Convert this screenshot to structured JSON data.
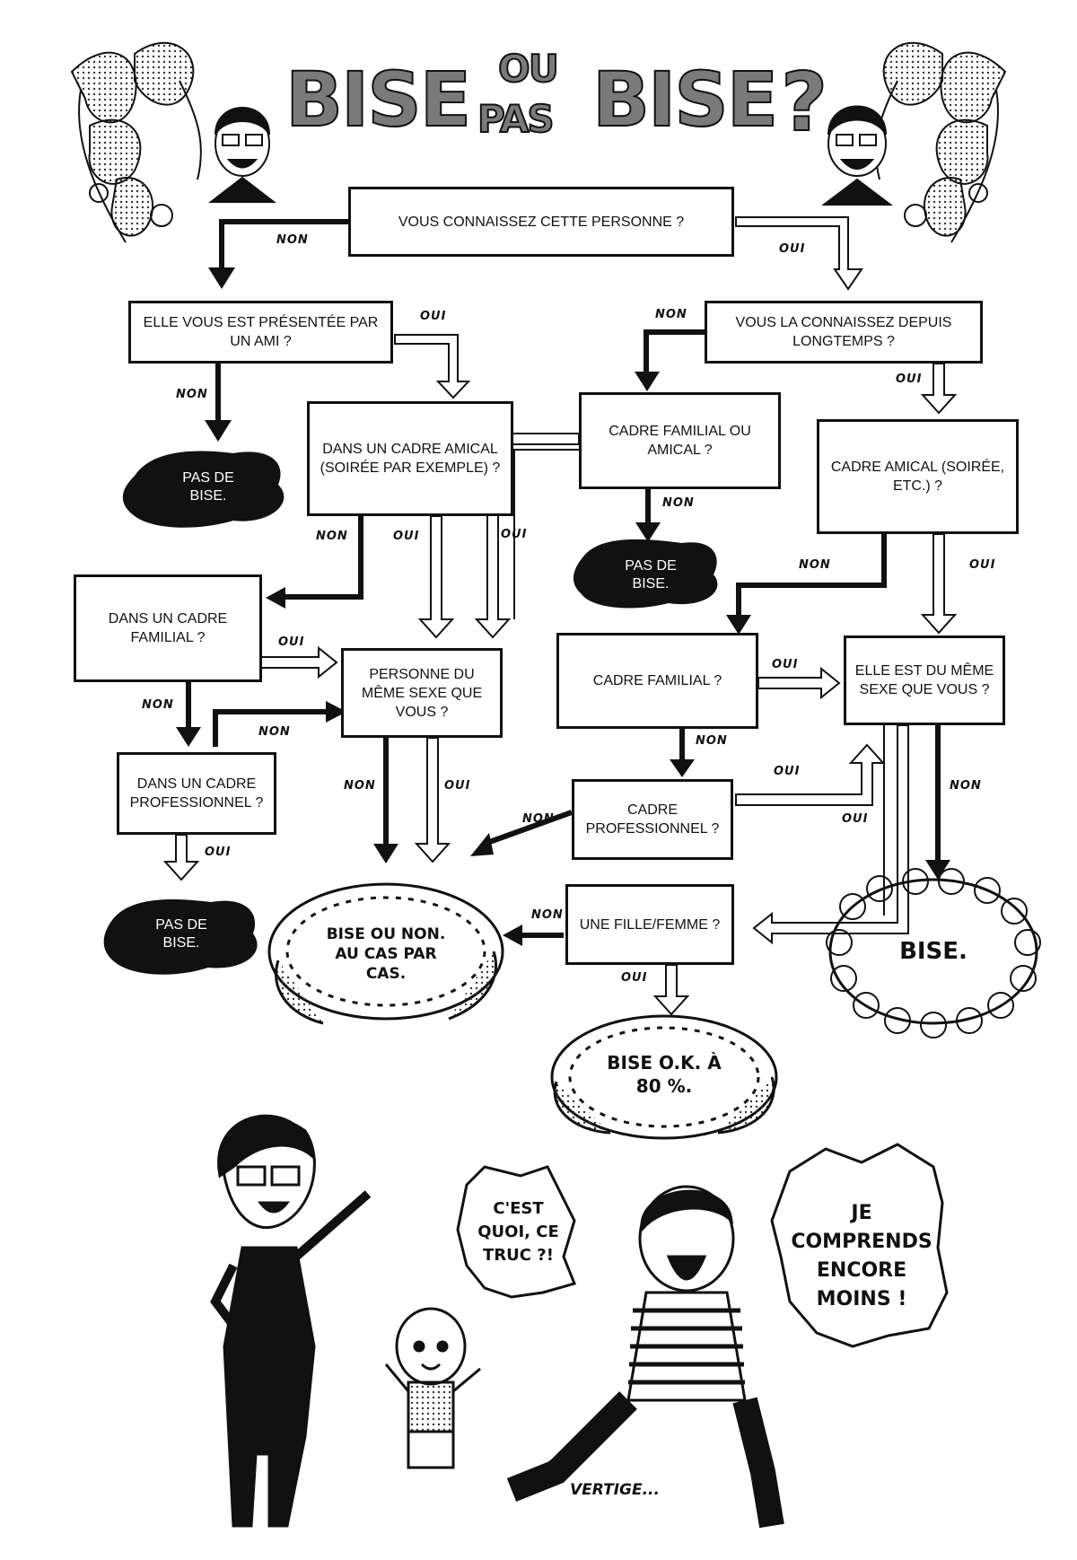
{
  "title": {
    "word1": "BISE",
    "ou": "OU",
    "pas": "PAS",
    "word2": "BISE",
    "mark": "?"
  },
  "nodes": {
    "q_know": "VOUS CONNAISSEZ CETTE PERSONNE ?",
    "q_presented": "ELLE VOUS EST PRÉSENTÉE PAR UN AMI ?",
    "q_longtime": "VOUS LA CONNAISSEZ DEPUIS LONGTEMPS ?",
    "q_friendly_setting": "DANS UN CADRE AMICAL (SOIRÉE PAR EXEMPLE) ?",
    "q_family_or_friend": "CADRE FAMILIAL OU AMICAL ?",
    "q_friendly_event": "CADRE AMICAL (SOIRÉE, ETC.) ?",
    "q_family_setting": "DANS UN CADRE FAMILIAL ?",
    "q_same_sex_left": "PERSONNE DU MÊME SEXE QUE VOUS ?",
    "q_family": "CADRE FAMILIAL ?",
    "q_same_sex_right": "ELLE EST DU MÊME SEXE QUE VOUS ?",
    "q_pro_setting": "DANS UN CADRE PROFESSIONNEL ?",
    "q_pro": "CADRE PROFESSIONNEL ?",
    "q_girl": "UNE FILLE/FEMME ?"
  },
  "results": {
    "no_kiss_1": "PAS DE BISE.",
    "no_kiss_2": "PAS DE BISE.",
    "no_kiss_3": "PAS DE BISE.",
    "case_by_case": "BISE OU NON. AU CAS PAR CAS.",
    "kiss": "BISE.",
    "kiss_ok": "BISE O.K. À 80 %."
  },
  "labels": {
    "oui": "OUI",
    "non": "NON"
  },
  "bubbles": {
    "kid": "C'EST QUOI, CE TRUC ?!",
    "man": "JE COMPRENDS ENCORE MOINS !",
    "sfx": "VERTIGE..."
  }
}
